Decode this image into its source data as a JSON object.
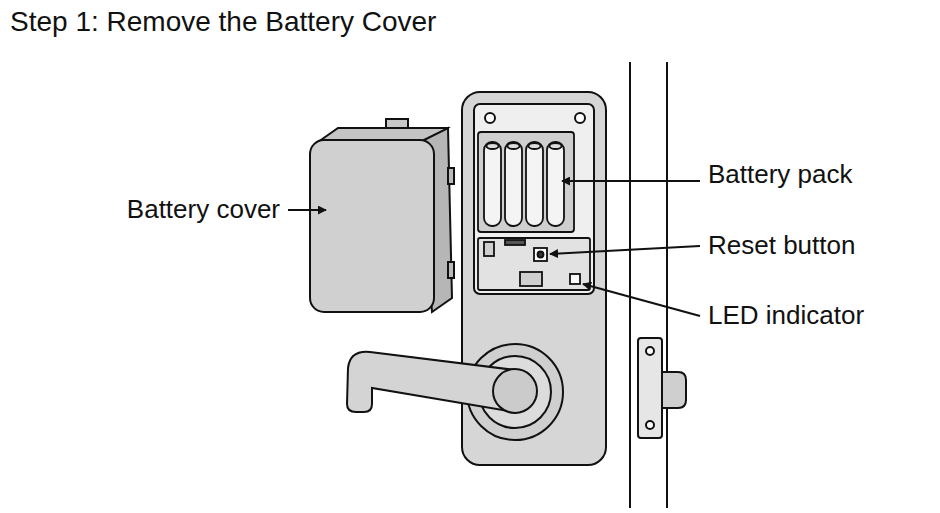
{
  "diagram": {
    "title": "Step 1: Remove the Battery Cover",
    "labels": [
      "Battery cover",
      "Battery pack",
      "Reset button",
      "LED indicator"
    ]
  }
}
